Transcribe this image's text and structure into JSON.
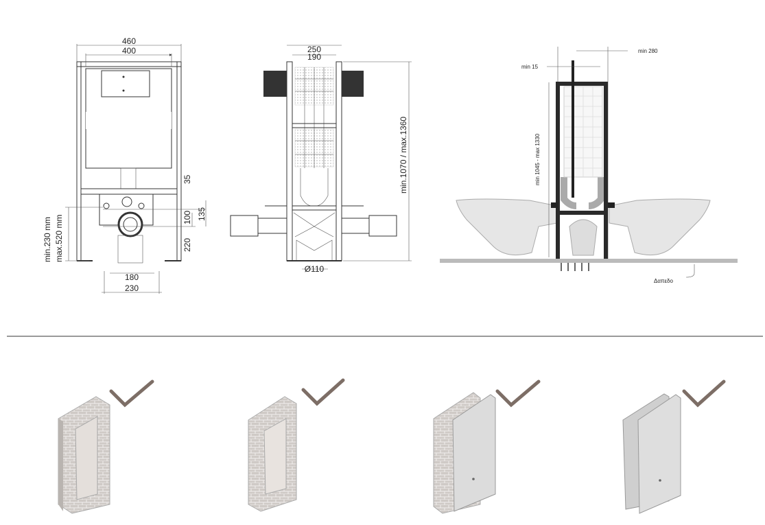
{
  "front_view": {
    "width_outer": "460",
    "width_inner": "400",
    "dim_35": "35",
    "dim_135": "135",
    "dim_100": "100",
    "dim_220": "220",
    "dim_180": "180",
    "dim_230": "230",
    "height_min": "min.230 mm",
    "height_max": "max.520 mm"
  },
  "side_view": {
    "depth_outer": "250",
    "depth_inner": "190",
    "pipe_diameter": "Ø110",
    "height_range": "min.1070 / max.1360"
  },
  "install_view": {
    "min_depth": "min 280",
    "min_gap": "min 15",
    "height_range": "min 1045 - max 1330",
    "floor_label": "Δαπεδο"
  },
  "installation_options": [
    {
      "type": "brick-wall-recess",
      "status": "check"
    },
    {
      "type": "brick-wall-half",
      "status": "check"
    },
    {
      "type": "brick-with-panel",
      "status": "check"
    },
    {
      "type": "drywall-panel",
      "status": "check"
    }
  ],
  "colors": {
    "check": "#7d6e66",
    "frame": "#2a2a2a",
    "brick": "#c9c4c0"
  }
}
